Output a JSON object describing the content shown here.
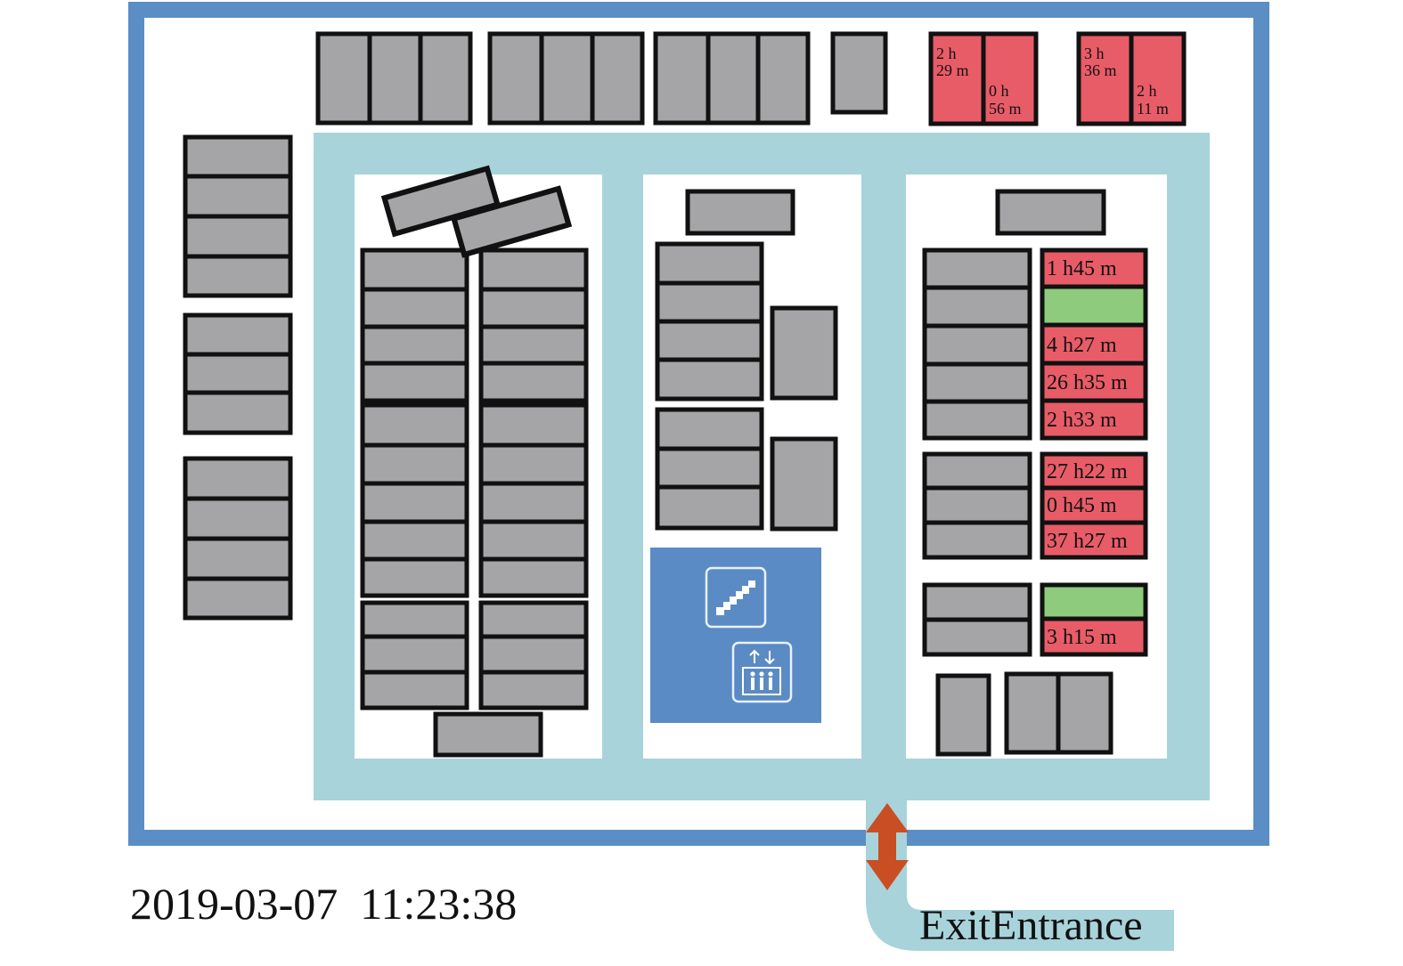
{
  "timestamp": "2019-03-07  11:23:38",
  "exit_label": "ExitEntrance",
  "colors": {
    "outer_wall": "#5b8ec4",
    "aisle": "#a8d3da",
    "stall_free": "#a5a5a7",
    "stall_timed": "#e85c68",
    "stall_green": "#8fcb7d",
    "stall_border": "#111111",
    "stairs_block": "#5b8bc4",
    "arrow": "#c94e23"
  },
  "icons": [
    "escalator-icon",
    "elevator-icon"
  ],
  "timed_stalls": {
    "top_a_left": "2 h\n29 m",
    "top_a_right": "0 h\n56 m",
    "top_b_left": "3 h\n36 m",
    "top_b_right": "2 h\n11 m",
    "r1": "1 h45 m",
    "r3": "4 h27 m",
    "r4": "26 h35 m",
    "r5": "2 h33 m",
    "r6": "27 h22 m",
    "r7": "0 h45 m",
    "r8": "37 h27 m",
    "r10": "3 h15 m"
  }
}
